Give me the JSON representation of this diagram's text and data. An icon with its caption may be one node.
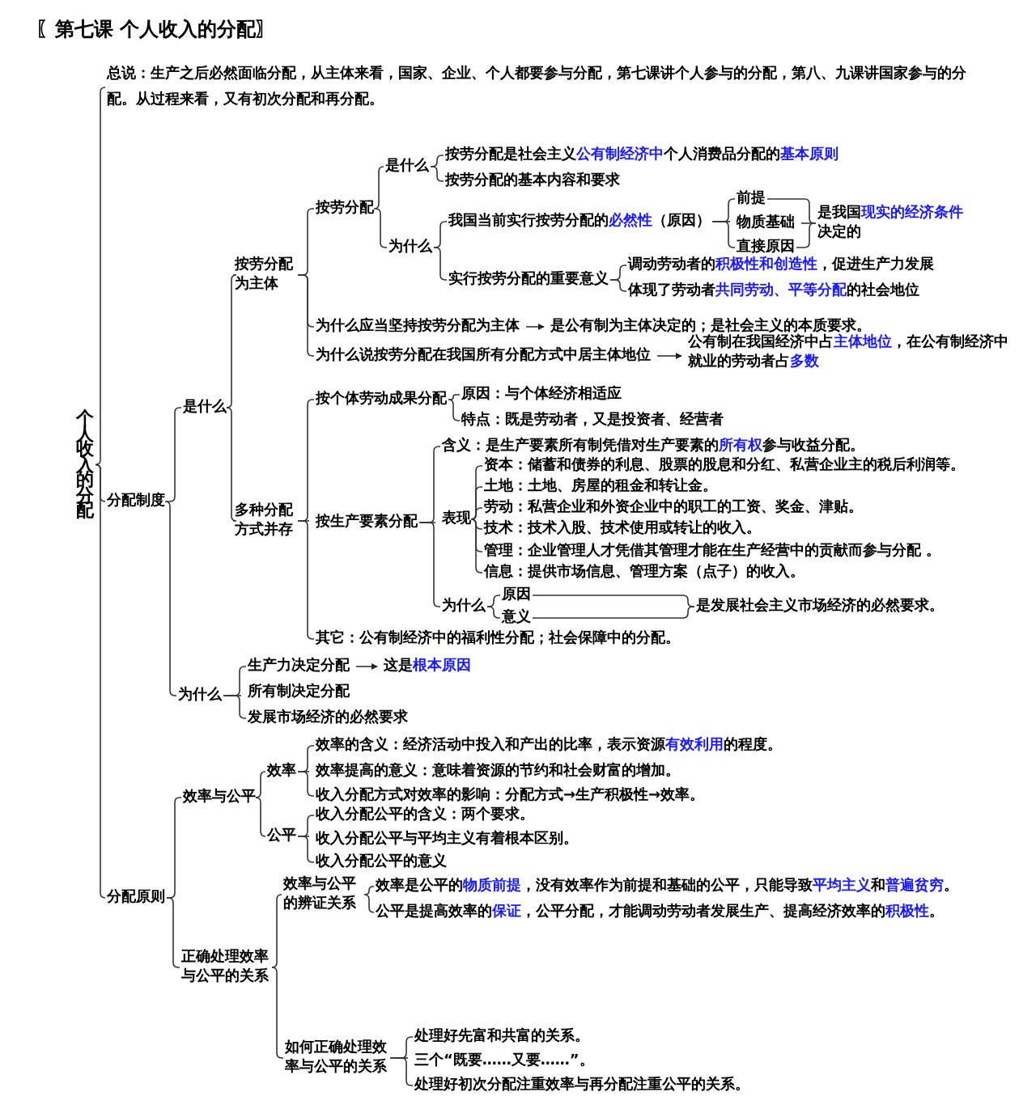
{
  "diagram": {
    "title": "〖第七课 个人收入的分配〗",
    "nodes": [
      {
        "text": [
          "个人收入的分配"
        ]
      },
      {
        "text": [
          "总说：生产之后必然面临分配，从主体来看，国家、企业、个人都要参与分配，第七课讲个人参与的分配，第八、九课讲国家参与的分配。从过程来看，又有初次分配和再分配。"
        ]
      },
      {
        "text": [
          "分配制度"
        ]
      },
      {
        "text": [
          "是什么"
        ]
      },
      {
        "text": [
          "按劳分配为主体"
        ]
      },
      {
        "text": [
          "按劳分配"
        ]
      },
      {
        "text": [
          "是什么"
        ]
      },
      {
        "text": [
          "按劳分配是社会主义**公有制经济中**个人消费品分配的**基本原则**"
        ]
      },
      {
        "text": [
          "按劳分配的基本内容和要求"
        ]
      },
      {
        "text": [
          "为什么"
        ]
      },
      {
        "text": [
          "我国当前实行按劳分配的**必然性**（原因）"
        ]
      },
      {
        "text": [
          "前提"
        ]
      },
      {
        "text": [
          "物质基础"
        ]
      },
      {
        "text": [
          "直接原因"
        ]
      },
      {
        "text": [
          "是我国**现实的经济条件**决定的"
        ]
      },
      {
        "text": [
          "实行按劳分配的重要意义"
        ]
      },
      {
        "text": [
          "调动劳动者的**积极性和创造性**，促进生产力发展"
        ]
      },
      {
        "text": [
          "体现了劳动者**共同劳动、平等分配**的社会地位"
        ]
      },
      {
        "text": [
          "为什么应当坚持按劳分配为主体"
        ]
      },
      {
        "text": [
          "是公有制为主体决定的；是社会主义的本质要求。"
        ]
      },
      {
        "text": [
          "为什么说按劳分配在我国所有分配方式中居主体地位"
        ]
      },
      {
        "text": [
          "公有制在我国经济中占**主体地位**，在公有制经济中就业的劳动者占**多数**"
        ]
      },
      {
        "text": [
          "多种分配方式并存"
        ]
      },
      {
        "text": [
          "按个体劳动成果分配"
        ]
      },
      {
        "text": [
          "原因：与个体经济相适应"
        ]
      },
      {
        "text": [
          "特点：既是劳动者，又是投资者、经营者"
        ]
      },
      {
        "text": [
          "按生产要素分配"
        ]
      },
      {
        "text": [
          "含义：是生产要素所有制凭借对生产要素的**所有权**参与收益分配。"
        ]
      },
      {
        "text": [
          "表现"
        ]
      },
      {
        "text": [
          "资本：储蓄和债券的利息、股票的股息和分红、私营企业主的税后利润等。"
        ]
      },
      {
        "text": [
          "土地：土地、房屋的租金和转让金。"
        ]
      },
      {
        "text": [
          "劳动：私营企业和外资企业中的职工的工资、奖金、津贴。"
        ]
      },
      {
        "text": [
          "技术：技术入股、技术使用或转让的收入。"
        ]
      },
      {
        "text": [
          "管理：企业管理人才凭借其管理才能在生产经营中的贡献而参与分配 。"
        ]
      },
      {
        "text": [
          "信息：提供市场信息、管理方案（点子）的收入。"
        ]
      },
      {
        "text": [
          "为什么"
        ]
      },
      {
        "text": [
          "原因"
        ]
      },
      {
        "text": [
          "意义"
        ]
      },
      {
        "text": [
          "是发展社会主义市场经济的必然要求。"
        ]
      },
      {
        "text": [
          "其它：公有制经济中的福利性分配；社会保障中的分配。"
        ]
      },
      {
        "text": [
          "为什么"
        ]
      },
      {
        "text": [
          "生产力决定分配"
        ]
      },
      {
        "text": [
          "这是**根本原因**"
        ]
      },
      {
        "text": [
          "所有制决定分配"
        ]
      },
      {
        "text": [
          "发展市场经济的必然要求"
        ]
      },
      {
        "text": [
          "分配原则"
        ]
      },
      {
        "text": [
          "效率与公平"
        ]
      },
      {
        "text": [
          "效率"
        ]
      },
      {
        "text": [
          "效率的含义：经济活动中投入和产出的比率，表示资源**有效利用**的程度。"
        ]
      },
      {
        "text": [
          "效率提高的意义：意味着资源的节约和社会财富的增加。"
        ]
      },
      {
        "text": [
          "收入分配方式对效率的影响：分配方式→生产积极性→效率。"
        ]
      },
      {
        "text": [
          "公平"
        ]
      },
      {
        "text": [
          "收入分配公平的含义：两个要求。"
        ]
      },
      {
        "text": [
          "收入分配公平与平均主义有着根本区别。"
        ]
      },
      {
        "text": [
          "收入分配公平的意义"
        ]
      },
      {
        "text": [
          "正确处理效率与公平的关系"
        ]
      },
      {
        "text": [
          "效率与公平的辨证关系"
        ]
      },
      {
        "text": [
          "效率是公平的**物质前提**，没有效率作为前提和基础的公平，只能导致**平均主义**和**普遍贫穷**。"
        ]
      },
      {
        "text": [
          "公平是提高效率的**保证**，公平分配，才能调动劳动者发展生产、提高经济效率的**积极性**。"
        ]
      },
      {
        "text": [
          "如何正确处理效率与公平的关系"
        ]
      },
      {
        "text": [
          "处理好先富和共富的关系。"
        ]
      },
      {
        "text": [
          "三个“既要……又要……”。"
        ]
      },
      {
        "text": [
          "处理好初次分配注重效率与再分配注重公平的关系。"
        ]
      }
    ],
    "edges": [
      {
        "from": 0,
        "to": 1,
        "arrow": "none"
      },
      {
        "from": 0,
        "to": 2,
        "arrow": "none"
      },
      {
        "from": 0,
        "to": 45,
        "arrow": "none"
      },
      {
        "from": 2,
        "to": 3,
        "arrow": "none"
      },
      {
        "from": 3,
        "to": 4,
        "arrow": "none"
      },
      {
        "from": 4,
        "to": 5,
        "arrow": "none"
      },
      {
        "from": 5,
        "to": 6,
        "arrow": "none"
      },
      {
        "from": 6,
        "to": 7,
        "arrow": "none"
      },
      {
        "from": 6,
        "to": 8,
        "arrow": "none"
      },
      {
        "from": 5,
        "to": 9,
        "arrow": "none"
      },
      {
        "from": 9,
        "to": 10,
        "arrow": "none"
      },
      {
        "from": 10,
        "to": 11,
        "arrow": "none"
      },
      {
        "from": 10,
        "to": 12,
        "arrow": "none"
      },
      {
        "from": 10,
        "to": 13,
        "arrow": "none"
      },
      {
        "from": 11,
        "to": 14,
        "arrow": "none"
      },
      {
        "from": 12,
        "to": 14,
        "arrow": "none"
      },
      {
        "from": 13,
        "to": 14,
        "arrow": "none"
      },
      {
        "from": 9,
        "to": 15,
        "arrow": "none"
      },
      {
        "from": 15,
        "to": 16,
        "arrow": "none"
      },
      {
        "from": 15,
        "to": 17,
        "arrow": "none"
      },
      {
        "from": 4,
        "to": 18,
        "arrow": "none"
      },
      {
        "from": 18,
        "to": 19,
        "arrow": "to"
      },
      {
        "from": 4,
        "to": 20,
        "arrow": "none"
      },
      {
        "from": 20,
        "to": 21,
        "arrow": "to"
      },
      {
        "from": 3,
        "to": 22,
        "arrow": "none"
      },
      {
        "from": 22,
        "to": 23,
        "arrow": "none"
      },
      {
        "from": 23,
        "to": 24,
        "arrow": "none"
      },
      {
        "from": 23,
        "to": 25,
        "arrow": "none"
      },
      {
        "from": 22,
        "to": 26,
        "arrow": "none"
      },
      {
        "from": 26,
        "to": 27,
        "arrow": "none"
      },
      {
        "from": 26,
        "to": 28,
        "arrow": "none"
      },
      {
        "from": 28,
        "to": 29,
        "arrow": "none"
      },
      {
        "from": 28,
        "to": 30,
        "arrow": "none"
      },
      {
        "from": 28,
        "to": 31,
        "arrow": "none"
      },
      {
        "from": 28,
        "to": 32,
        "arrow": "none"
      },
      {
        "from": 28,
        "to": 33,
        "arrow": "none"
      },
      {
        "from": 28,
        "to": 34,
        "arrow": "none"
      },
      {
        "from": 26,
        "to": 35,
        "arrow": "none"
      },
      {
        "from": 35,
        "to": 36,
        "arrow": "none"
      },
      {
        "from": 35,
        "to": 37,
        "arrow": "none"
      },
      {
        "from": 36,
        "to": 38,
        "arrow": "none"
      },
      {
        "from": 37,
        "to": 38,
        "arrow": "none"
      },
      {
        "from": 22,
        "to": 39,
        "arrow": "none"
      },
      {
        "from": 2,
        "to": 40,
        "arrow": "none"
      },
      {
        "from": 40,
        "to": 41,
        "arrow": "none"
      },
      {
        "from": 41,
        "to": 42,
        "arrow": "to"
      },
      {
        "from": 40,
        "to": 43,
        "arrow": "none"
      },
      {
        "from": 40,
        "to": 44,
        "arrow": "none"
      },
      {
        "from": 45,
        "to": 46,
        "arrow": "none"
      },
      {
        "from": 46,
        "to": 47,
        "arrow": "none"
      },
      {
        "from": 47,
        "to": 48,
        "arrow": "none"
      },
      {
        "from": 47,
        "to": 49,
        "arrow": "none"
      },
      {
        "from": 47,
        "to": 50,
        "arrow": "none"
      },
      {
        "from": 46,
        "to": 51,
        "arrow": "none"
      },
      {
        "from": 51,
        "to": 52,
        "arrow": "none"
      },
      {
        "from": 51,
        "to": 53,
        "arrow": "none"
      },
      {
        "from": 51,
        "to": 54,
        "arrow": "none"
      },
      {
        "from": 45,
        "to": 55,
        "arrow": "none"
      },
      {
        "from": 55,
        "to": 56,
        "arrow": "none"
      },
      {
        "from": 56,
        "to": 57,
        "arrow": "none"
      },
      {
        "from": 56,
        "to": 58,
        "arrow": "none"
      },
      {
        "from": 55,
        "to": 59,
        "arrow": "none"
      },
      {
        "from": 59,
        "to": 60,
        "arrow": "none"
      },
      {
        "from": 59,
        "to": 61,
        "arrow": "none"
      },
      {
        "from": 59,
        "to": 62,
        "arrow": "none"
      }
    ]
  }
}
